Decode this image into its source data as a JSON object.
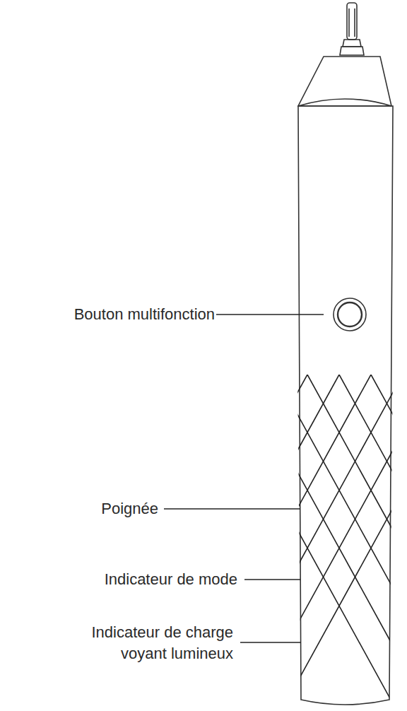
{
  "diagram": {
    "labels": [
      "Bouton multifonction",
      "Poignée",
      "Indicateur de mode",
      "Indicateur de charge voyant lumineux"
    ]
  }
}
